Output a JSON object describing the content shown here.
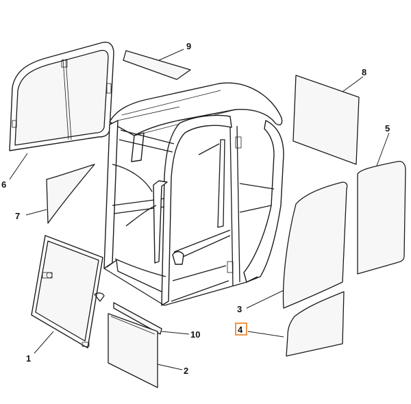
{
  "callouts": [
    {
      "id": "1",
      "text": "1"
    },
    {
      "id": "2",
      "text": "2"
    },
    {
      "id": "3",
      "text": "3"
    },
    {
      "id": "4",
      "text": "4",
      "highlighted": true
    },
    {
      "id": "5",
      "text": "5"
    },
    {
      "id": "6",
      "text": "6"
    },
    {
      "id": "7",
      "text": "7"
    },
    {
      "id": "8",
      "text": "8"
    },
    {
      "id": "9",
      "text": "9"
    },
    {
      "id": "10",
      "text": "10"
    }
  ],
  "colors": {
    "line": "#1a1a1a",
    "highlight": "#f07a18",
    "glass_fill": "#f7f7f7"
  }
}
